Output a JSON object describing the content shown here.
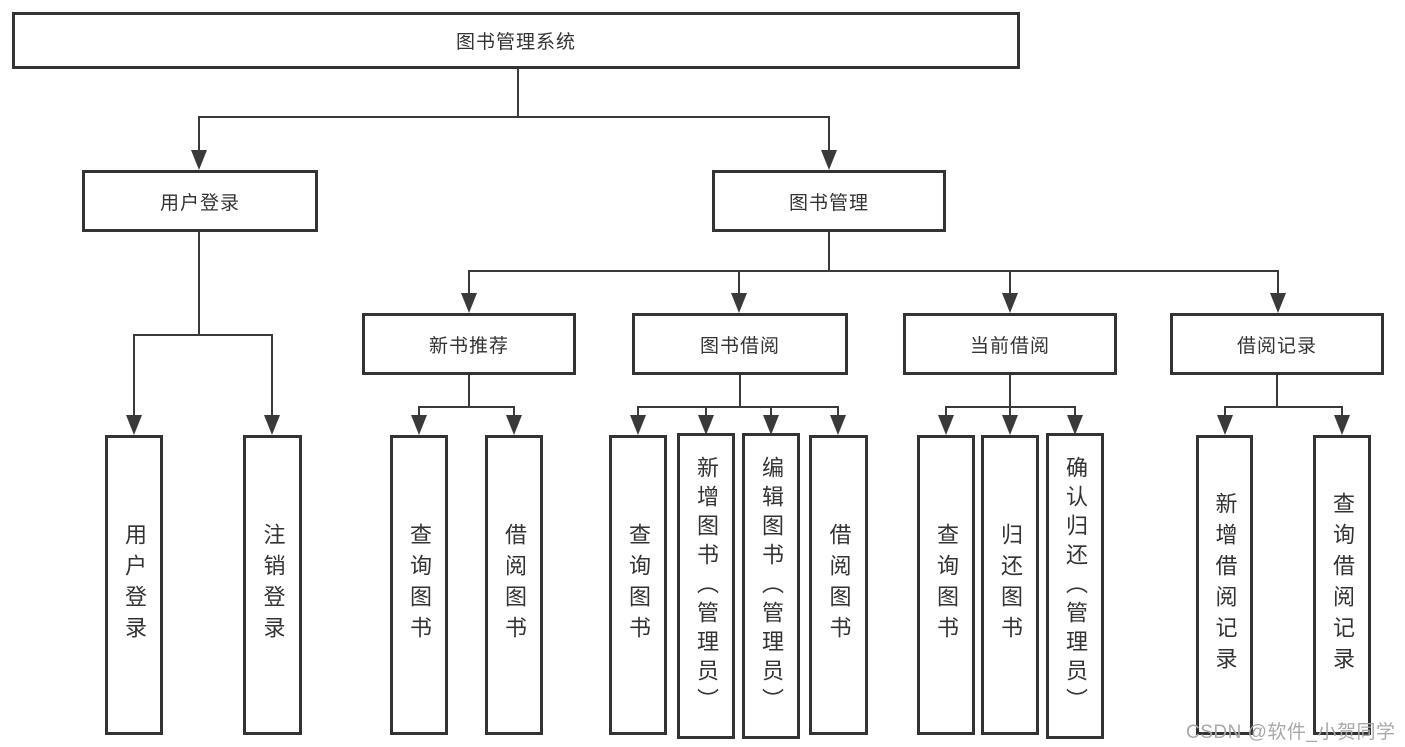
{
  "diagram": {
    "title": "图书管理系统",
    "colors": {
      "background": "#ffffff",
      "box_border": "#333333",
      "connector": "#3a3a3a",
      "text": "#333333",
      "watermark_text": "#a9a9a9"
    },
    "tree": {
      "root": "图书管理系统",
      "branches": [
        {
          "label": "用户登录",
          "children": [
            "用户登录",
            "注销登录"
          ]
        },
        {
          "label": "图书管理",
          "sections": [
            {
              "label": "新书推荐",
              "children": [
                "查询图书",
                "借阅图书"
              ]
            },
            {
              "label": "图书借阅",
              "children": [
                "查询图书",
                "新增图书（管理员）",
                "编辑图书（管理员）",
                "借阅图书"
              ]
            },
            {
              "label": "当前借阅",
              "children": [
                "查询图书",
                "归还图书",
                "确认归还（管理员）"
              ]
            },
            {
              "label": "借阅记录",
              "children": [
                "新增借阅记录",
                "查询借阅记录"
              ]
            }
          ]
        }
      ]
    },
    "watermark": "CSDN @软件_小贺同学"
  }
}
